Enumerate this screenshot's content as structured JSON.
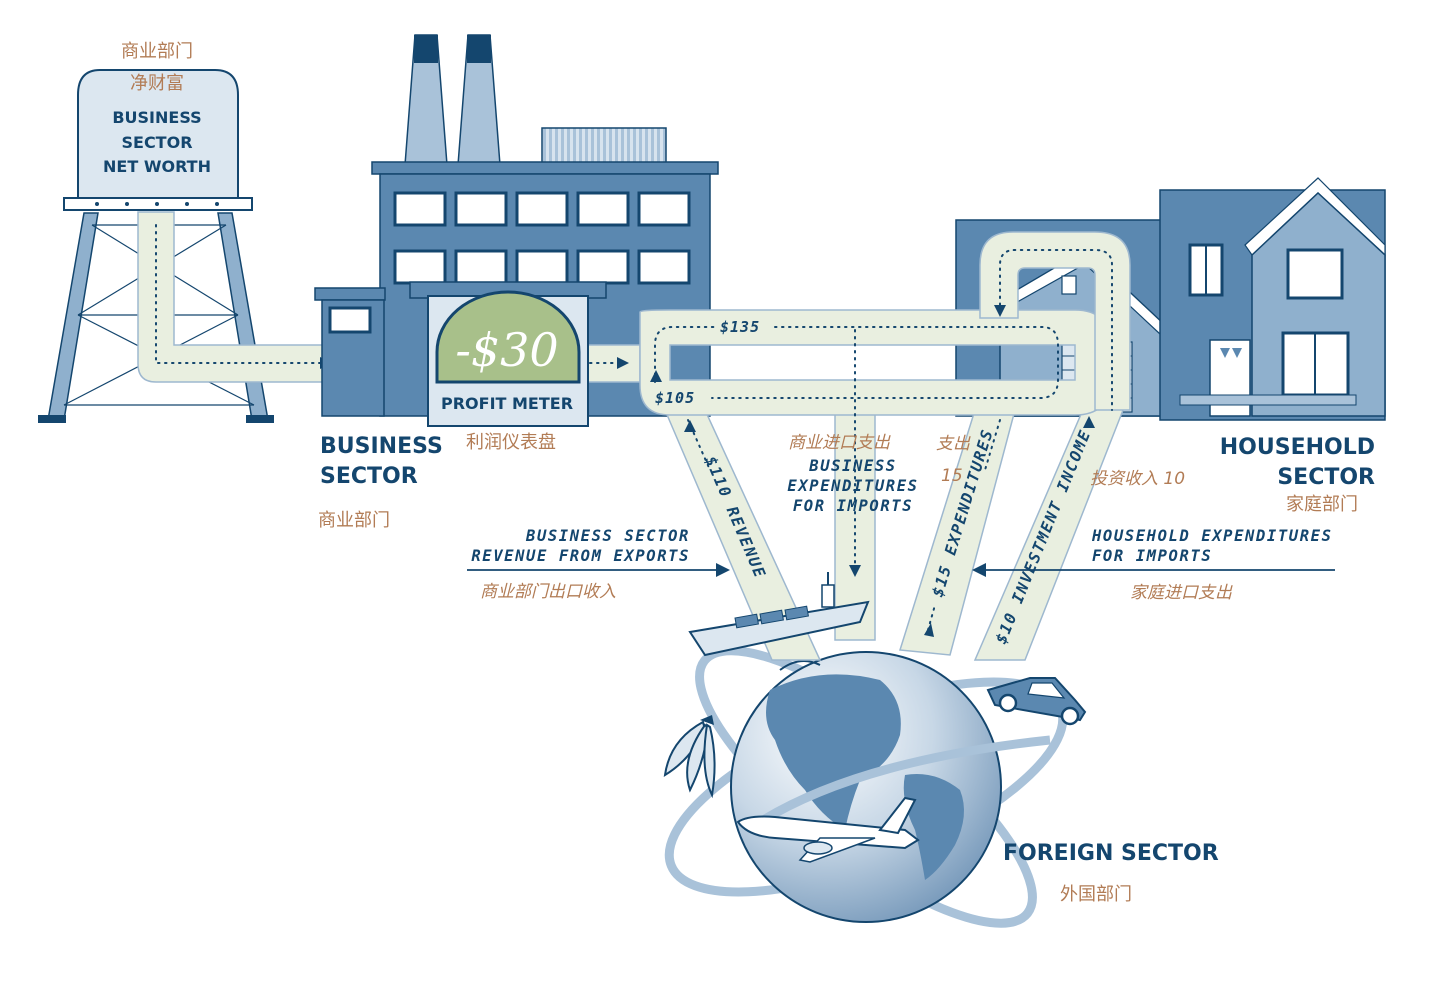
{
  "water_tower": {
    "zh_line1": "商业部门",
    "zh_line2": "净财富",
    "label_line1": "BUSINESS",
    "label_line2": "SECTOR",
    "label_line3": "NET WORTH"
  },
  "profit_meter": {
    "value": "-$30",
    "label": "PROFIT METER",
    "zh": "利润仪表盘"
  },
  "business_sector": {
    "line1": "BUSINESS",
    "line2": "SECTOR",
    "zh": "商业部门"
  },
  "household_sector": {
    "line1": "HOUSEHOLD",
    "line2": "SECTOR",
    "zh": "家庭部门"
  },
  "foreign_sector": {
    "label": "FOREIGN SECTOR",
    "zh": "外国部门"
  },
  "flows": {
    "amount_135": "$135",
    "amount_105": "$105",
    "revenue_110": "$110 REVENUE",
    "expenditures_15": "$15 EXPENDITURES",
    "investment_income_10": "$10 INVESTMENT INCOME",
    "biz_imports_zh": "商业进口支出",
    "biz_imports_line1": "BUSINESS",
    "biz_imports_line2": "EXPENDITURES",
    "biz_imports_line3": "FOR IMPORTS",
    "spend_zh": "支出",
    "spend_zh_value": "15",
    "invest_zh": "投资收入 10",
    "exports_line1": "BUSINESS SECTOR",
    "exports_line2": "REVENUE FROM EXPORTS",
    "exports_zh": "商业部门出口收入",
    "hh_imports_line1": "HOUSEHOLD EXPENDITURES",
    "hh_imports_line2": "FOR IMPORTS",
    "hh_imports_zh": "家庭进口支出"
  },
  "colors": {
    "navy": "#14466e",
    "building_blue": "#5b88b0",
    "light_blue": "#a9c2d9",
    "pipe_fill": "#e9efe0",
    "meter_green": "#a8c08a",
    "chinese_text": "#b27c55"
  }
}
